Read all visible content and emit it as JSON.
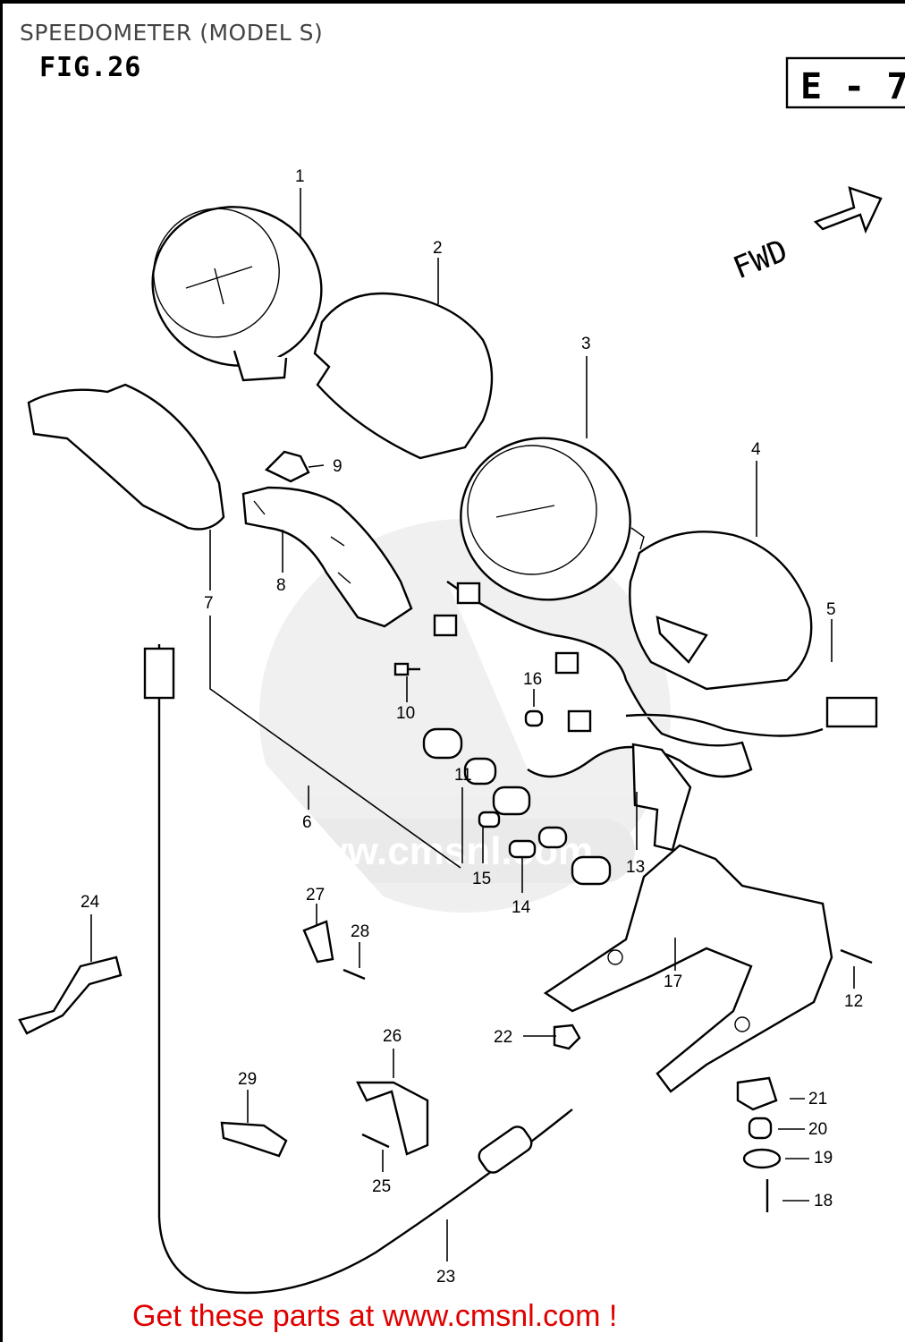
{
  "header": {
    "title": "SPEEDOMETER (MODEL S)",
    "figure": "FIG.26",
    "stamp": "E - 7",
    "direction": "FWD"
  },
  "callouts": [
    "1",
    "2",
    "3",
    "4",
    "5",
    "6",
    "7",
    "8",
    "9",
    "10",
    "11",
    "12",
    "13",
    "14",
    "15",
    "16",
    "17",
    "18",
    "19",
    "20",
    "21",
    "22",
    "23",
    "24",
    "25",
    "26",
    "27",
    "28",
    "29"
  ],
  "watermark": "www.cmsnl.com",
  "footer": {
    "text": "Get these parts at www.cmsnl.com !",
    "color": "#e00000"
  }
}
